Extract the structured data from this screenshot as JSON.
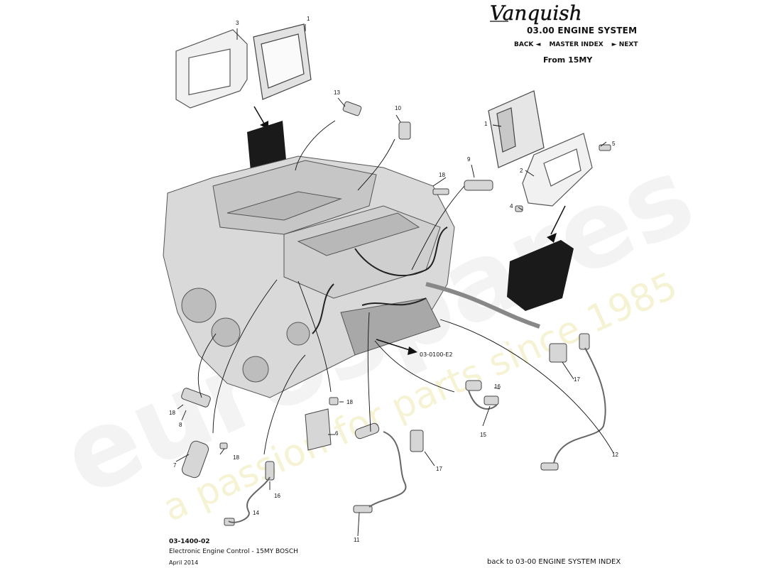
{
  "header": {
    "logo_text": "Vanquish",
    "section_title": "03.00 ENGINE SYSTEM",
    "nav": {
      "back": "BACK ◄",
      "index": "MASTER INDEX",
      "next": "► NEXT"
    },
    "from": "From 15MY"
  },
  "footer": {
    "code": "03-1400-02",
    "title": "Electronic Engine Control - 15MY BOSCH",
    "date": "April 2014",
    "back_link": "back to 03-00 ENGINE SYSTEM INDEX"
  },
  "reference_label": "03-0100-E2",
  "callouts": [
    "3",
    "1",
    "13",
    "10",
    "1",
    "5",
    "2",
    "9",
    "18",
    "4",
    "18",
    "8",
    "7",
    "18",
    "16",
    "14",
    "6",
    "18",
    "11",
    "17",
    "15",
    "16",
    "17",
    "12"
  ],
  "watermark": {
    "brand": "eurospares",
    "tagline": "a passion for parts since 1985"
  },
  "colors": {
    "ink": "#111111",
    "part": "#d9d9d9",
    "part_dark": "#9a9a9a",
    "ecu_black": "#1a1a1a",
    "watermark": "#eeeeee",
    "watermark_tag": "#f3f0c8"
  }
}
